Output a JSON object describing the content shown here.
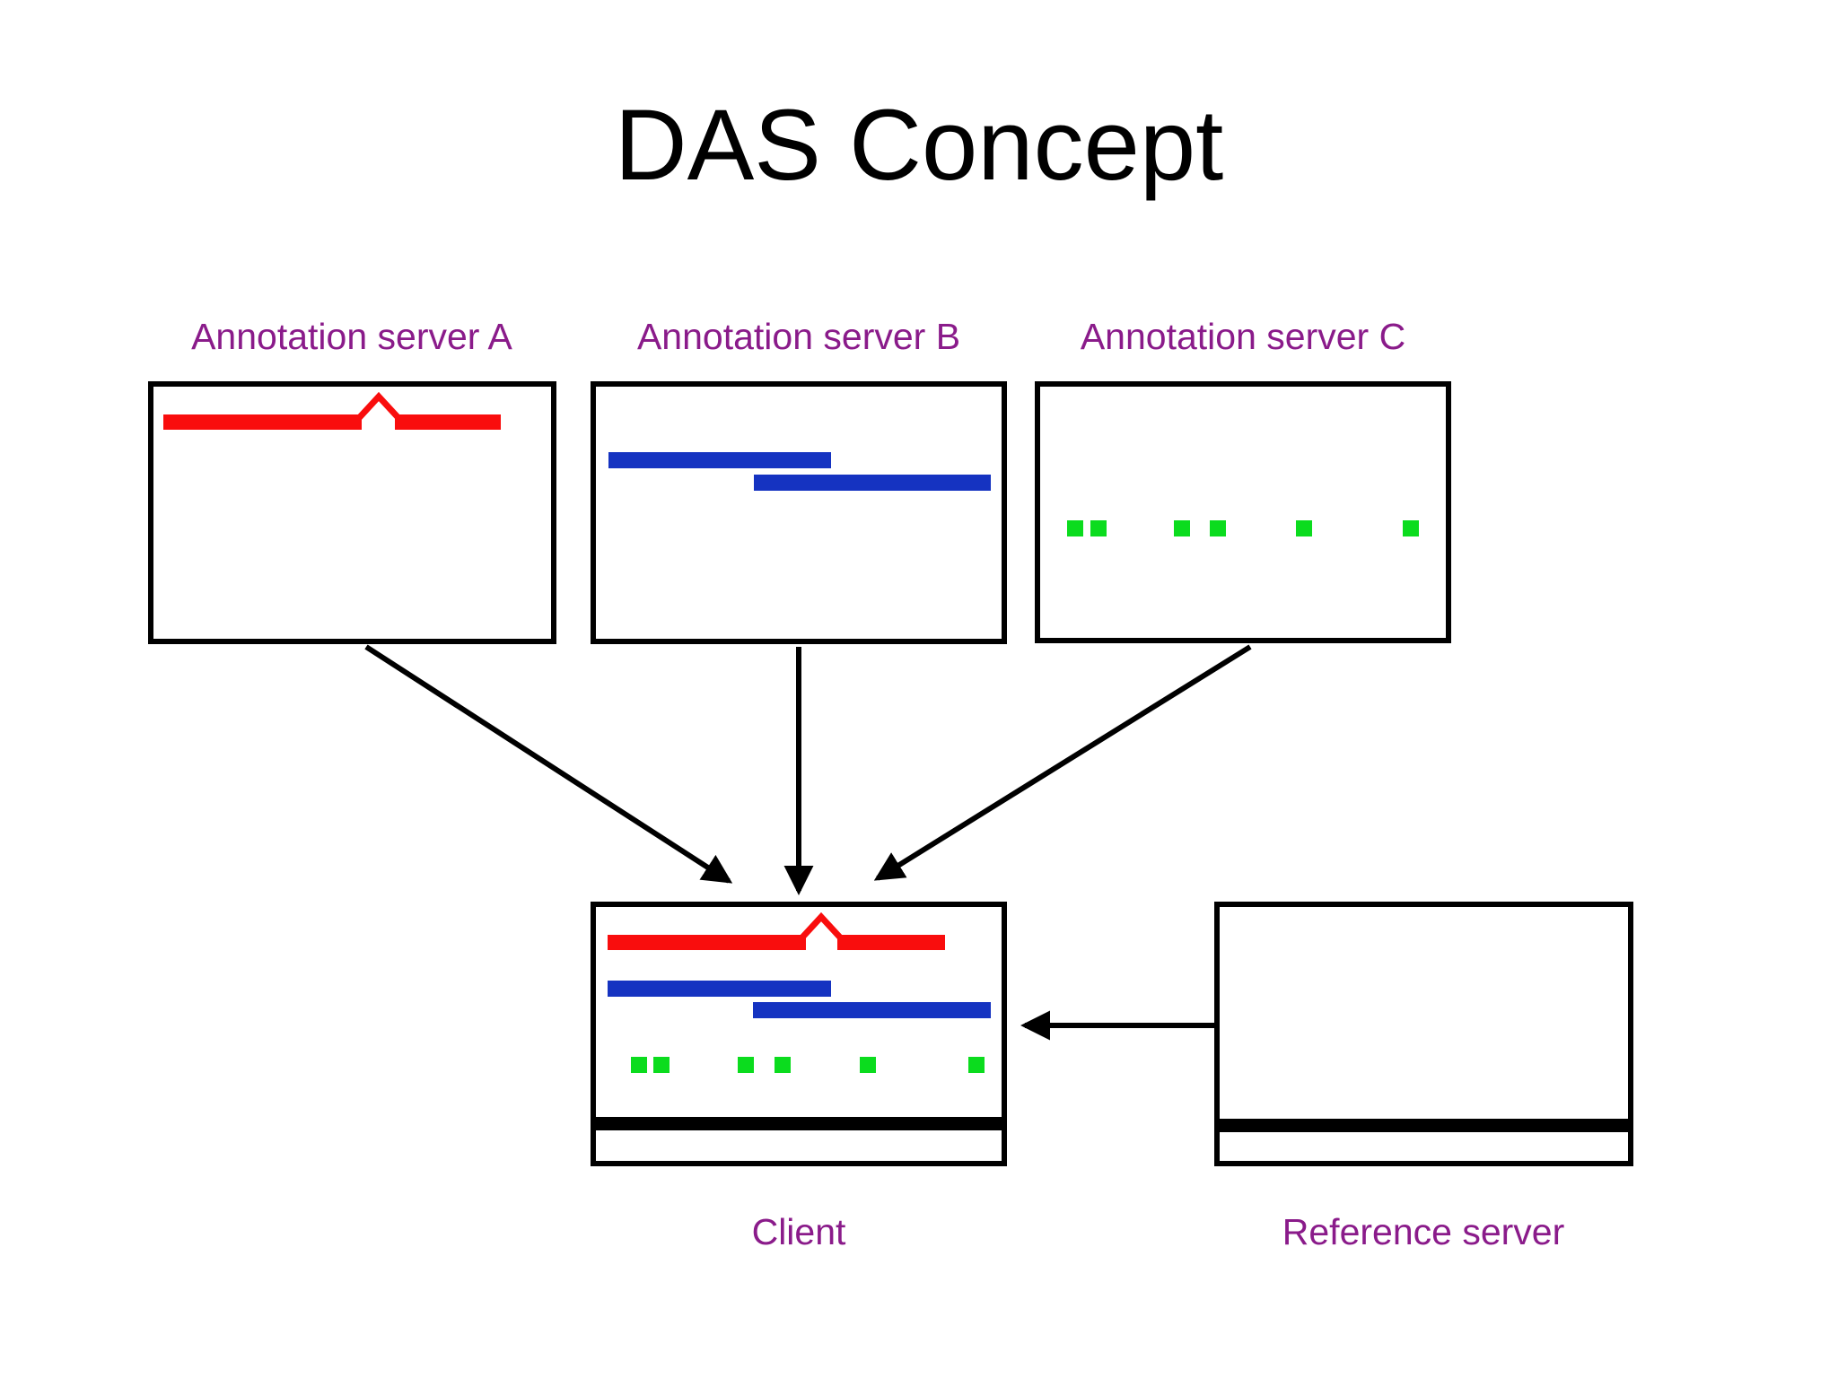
{
  "title": "DAS Concept",
  "colors": {
    "background": "#FFFFFF",
    "line": "#000000",
    "red": "#F90D0D",
    "blue": "#1533C1",
    "green": "#0BDC1E",
    "purple": "#8A1B8A"
  },
  "servers": [
    {
      "id": "A",
      "label": "Annotation server A",
      "feature_icon": "gene-with-intron-red-track"
    },
    {
      "id": "B",
      "label": "Annotation server B",
      "feature_icon": "overlapping-blue-transcript-bars"
    },
    {
      "id": "C",
      "label": "Annotation server C",
      "feature_icon": "green-point-feature-squares"
    }
  ],
  "client": {
    "label": "Client",
    "feature_icons": [
      "gene-with-intron-red-track",
      "overlapping-blue-transcript-bars",
      "green-point-feature-squares",
      "black-sequence-track"
    ]
  },
  "reference_server": {
    "label": "Reference server",
    "feature_icons": [
      "black-sequence-track"
    ]
  }
}
